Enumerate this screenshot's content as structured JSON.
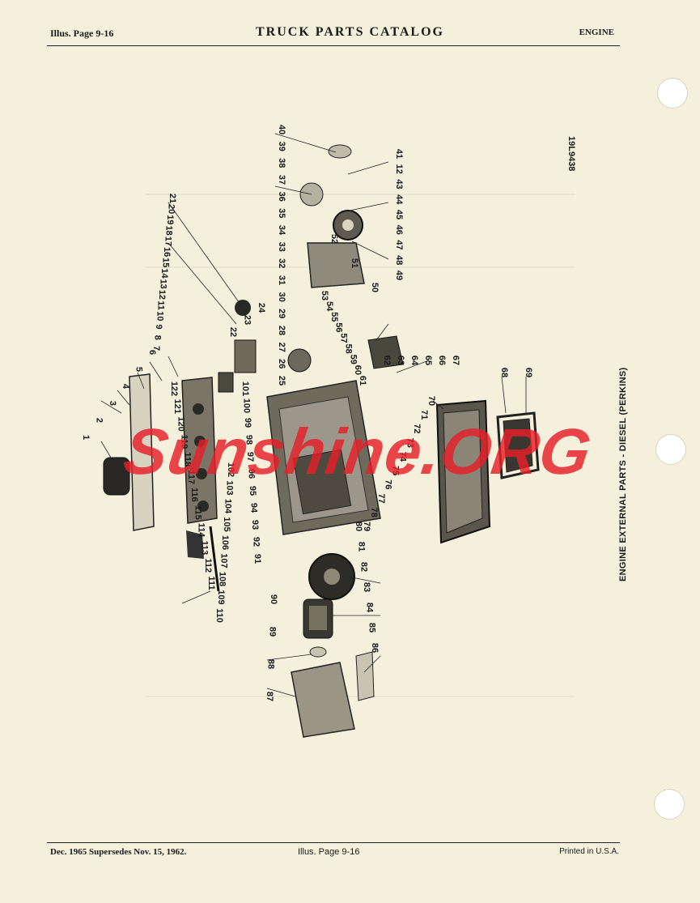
{
  "header": {
    "left": "Illus. Page 9-16",
    "title": "TRUCK PARTS CATALOG",
    "right": "ENGINE"
  },
  "footer": {
    "left": "Dec. 1965 Supersedes Nov. 15, 1962.",
    "center": "Illus. Page 9-16",
    "right": "Printed in U.S.A."
  },
  "side_caption": "ENGINE EXTERNAL PARTS - DIESEL (PERKINS)",
  "drawing_number": "19L9438",
  "watermark": "Sunshine.ORG",
  "callout_numbers": [
    "1",
    "2",
    "3",
    "4",
    "5",
    "6",
    "7",
    "8",
    "9",
    "10",
    "11",
    "12",
    "13",
    "14",
    "15",
    "16",
    "17",
    "18",
    "19",
    "20",
    "21",
    "22",
    "23",
    "24",
    "25",
    "26",
    "27",
    "28",
    "29",
    "30",
    "31",
    "32",
    "33",
    "34",
    "35",
    "36",
    "37",
    "38",
    "39",
    "40",
    "41",
    "12",
    "43",
    "44",
    "45",
    "46",
    "47",
    "48",
    "49",
    "50",
    "51",
    "52",
    "53",
    "54",
    "55",
    "56",
    "57",
    "58",
    "59",
    "60",
    "61",
    "62",
    "63",
    "64",
    "65",
    "66",
    "67",
    "68",
    "69",
    "70",
    "71",
    "72",
    "73",
    "74",
    "75",
    "76",
    "77",
    "78",
    "79",
    "80",
    "81",
    "82",
    "83",
    "84",
    "85",
    "86",
    "87",
    "88",
    "89",
    "90",
    "91",
    "92",
    "93",
    "94",
    "95",
    "96",
    "97",
    "98",
    "99",
    "100",
    "101",
    "102",
    "103",
    "104",
    "105",
    "106",
    "107",
    "108",
    "109",
    "110",
    "111",
    "112",
    "113",
    "114",
    "115",
    "116",
    "117",
    "118",
    "119",
    "120",
    "121",
    "122"
  ],
  "colors": {
    "paper": "#f4f0dc",
    "ink": "#1a1a1a",
    "watermark": "#e61e28"
  }
}
